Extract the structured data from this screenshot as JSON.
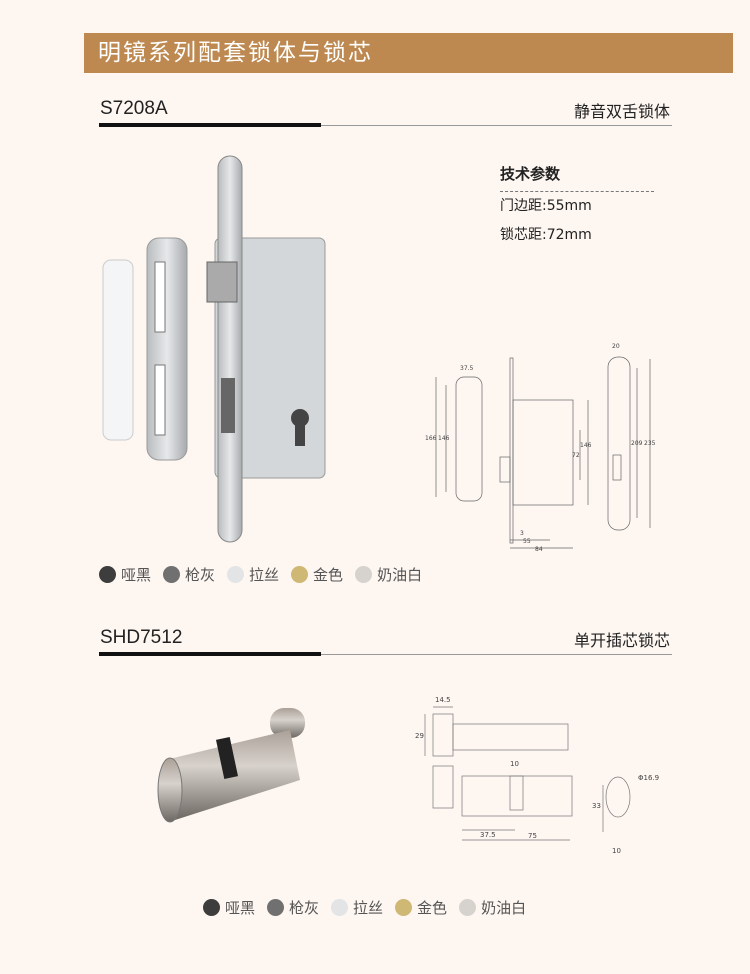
{
  "banner": {
    "title": "明镜系列配套锁体与锁芯"
  },
  "products": [
    {
      "model": "S7208A",
      "type": "静音双舌锁体",
      "specs": {
        "heading": "技术参数",
        "backset": "门边距:55mm",
        "center": "锁芯距:72mm"
      },
      "dims": {
        "strike_w": "37.5",
        "strike_h1": "166",
        "strike_h2": "146",
        "body_h": "146",
        "center": "72",
        "d1": "3",
        "d2": "55",
        "d3": "84",
        "face_w": "20",
        "face_h1": "209",
        "face_h2": "235"
      }
    },
    {
      "model": "SHD7512",
      "type": "单开插芯锁芯",
      "dims": {
        "knob_w": "14.5",
        "knob_h": "29",
        "cam": "10",
        "l1": "37.5",
        "l2": "75",
        "dia": "Φ16.9",
        "h": "33",
        "w": "10"
      }
    }
  ],
  "colors": [
    {
      "label": "哑黑",
      "hex": "#3d3d3d"
    },
    {
      "label": "枪灰",
      "hex": "#707070"
    },
    {
      "label": "拉丝",
      "hex": "#e2e4e6"
    },
    {
      "label": "金色",
      "hex": "#cfb774"
    },
    {
      "label": "奶油白",
      "hex": "#d6d3cf"
    }
  ]
}
